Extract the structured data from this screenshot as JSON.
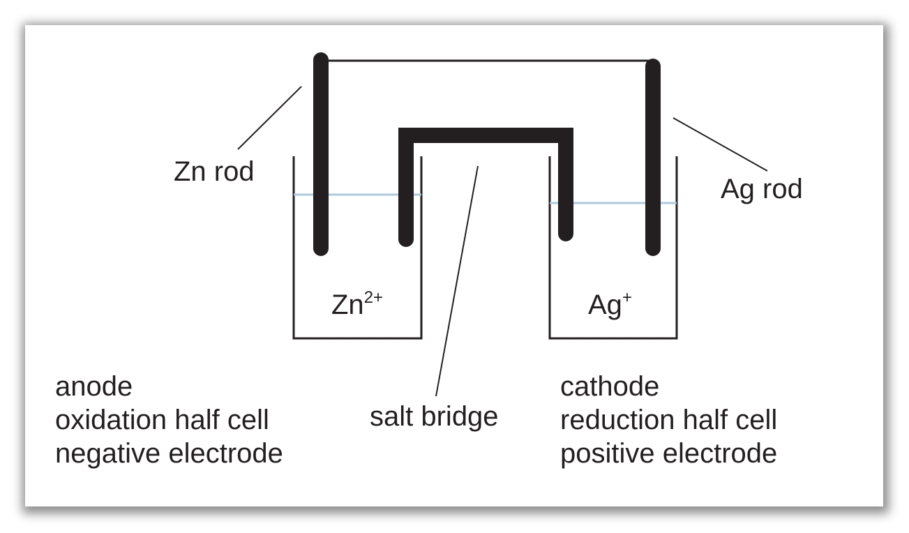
{
  "labels": {
    "zn_rod": "Zn rod",
    "ag_rod": "Ag rod",
    "zn_ion_base": "Zn",
    "zn_ion_charge": "2+",
    "ag_ion_base": "Ag",
    "ag_ion_charge": "+",
    "salt_bridge": "salt bridge",
    "anode_lines": [
      "anode",
      "oxidation half cell",
      "negative electrode"
    ],
    "cathode_lines": [
      "cathode",
      "reduction half cell",
      "positive electrode"
    ]
  },
  "colors": {
    "ink": "#231f20",
    "solution": "#a9cbe0"
  }
}
